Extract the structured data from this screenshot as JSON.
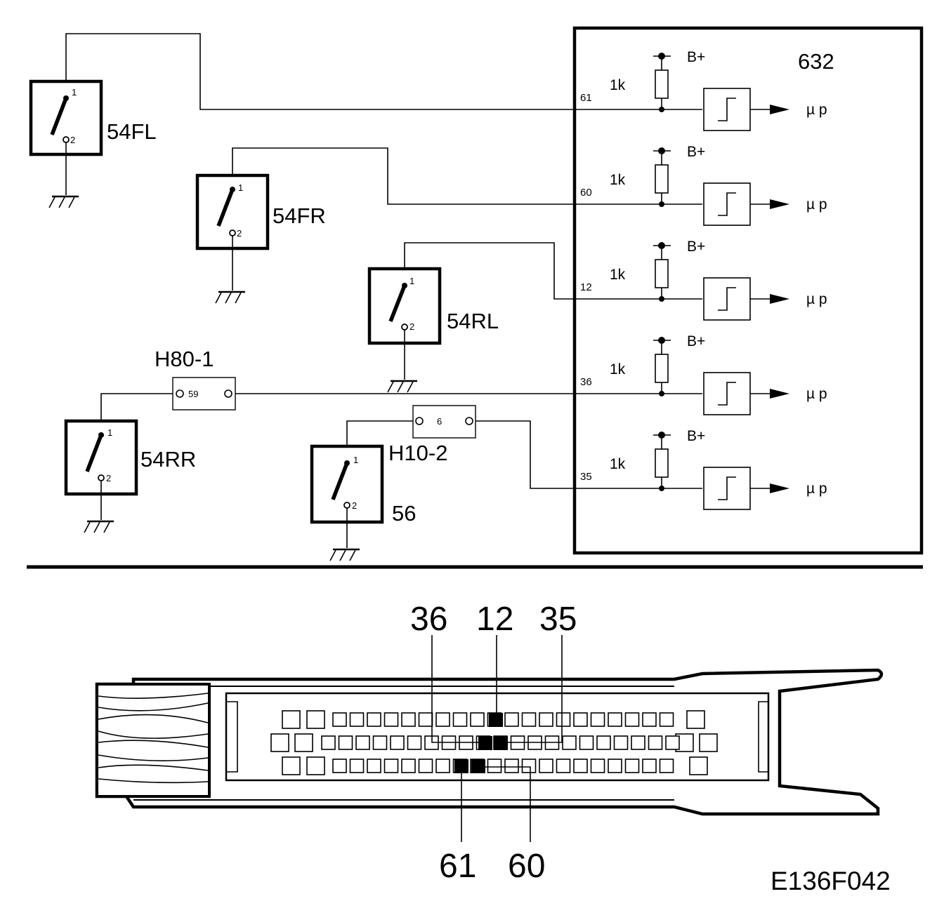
{
  "module": {
    "label": "632"
  },
  "channels": [
    {
      "pin": "61",
      "supply": "B+",
      "resistor": "1k",
      "output": "µ p"
    },
    {
      "pin": "60",
      "supply": "B+",
      "resistor": "1k",
      "output": "µ p"
    },
    {
      "pin": "12",
      "supply": "B+",
      "resistor": "1k",
      "output": "µ p"
    },
    {
      "pin": "36",
      "supply": "B+",
      "resistor": "1k",
      "output": "µ p"
    },
    {
      "pin": "35",
      "supply": "B+",
      "resistor": "1k",
      "output": "µ p"
    }
  ],
  "switches": [
    {
      "label": "54FL",
      "t1": "1",
      "t2": "2"
    },
    {
      "label": "54FR",
      "t1": "1",
      "t2": "2"
    },
    {
      "label": "54RL",
      "t1": "1",
      "t2": "2"
    },
    {
      "label": "54RR",
      "t1": "1",
      "t2": "2"
    },
    {
      "label": "56",
      "t1": "1",
      "t2": "2"
    }
  ],
  "connectors": [
    {
      "label": "H80-1",
      "pin": "59"
    },
    {
      "label": "H10-2",
      "pin": "6"
    }
  ],
  "plug": {
    "callouts": [
      "36",
      "12",
      "35",
      "61",
      "60"
    ]
  },
  "figure_ref": "E136F042"
}
